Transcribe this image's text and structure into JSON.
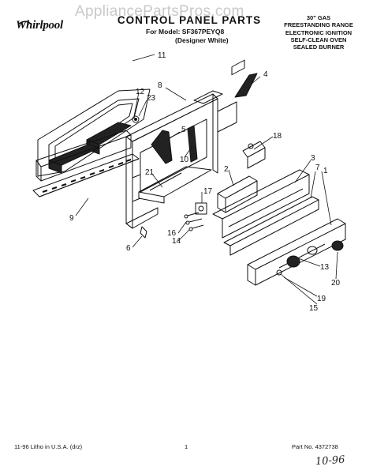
{
  "header": {
    "brand": "Whirlpool",
    "watermark": "AppliancePartsPros.com",
    "title": "CONTROL PANEL PARTS",
    "model_line": "For Model: SF367PEYQ8",
    "variant_line": "(Designer White)",
    "spec_lines": [
      "30\" GAS",
      "FREESTANDING RANGE",
      "ELECTRONIC IGNITION",
      "SELF-CLEAN OVEN",
      "SEALED BURNER"
    ]
  },
  "callouts": [
    "11",
    "8",
    "4",
    "12",
    "23",
    "5",
    "18",
    "10",
    "3",
    "7",
    "1",
    "2",
    "21",
    "17",
    "9",
    "16",
    "14",
    "6",
    "13",
    "20",
    "19",
    "15"
  ],
  "footer": {
    "left": "11-96 Litho in U.S.A. (drz)",
    "page": "1",
    "part_no": "Part No. 4372738",
    "handwritten": "10-96"
  }
}
